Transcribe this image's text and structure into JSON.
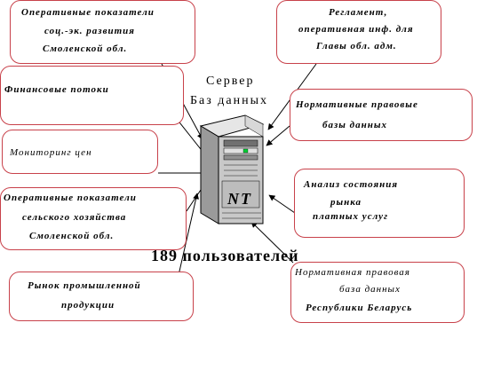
{
  "server": {
    "title_line1": "Сервер",
    "title_line2": "Баз данных",
    "badge": "NT",
    "users": "189 пользователей"
  },
  "boxes": {
    "top_left": [
      "Оперативные показатели",
      "соц.-эк. развития",
      "Смоленской обл."
    ],
    "top_right": [
      "Регламент,",
      "оперативная инф. для",
      "Главы обл. адм."
    ],
    "finance": [
      "Финансовые потоки"
    ],
    "norm_db": [
      "Нормативные правовые",
      "базы данных"
    ],
    "monitoring": [
      "Мониторинг цен"
    ],
    "market": [
      "Анализ состояния",
      "рынка",
      "платных услуг"
    ],
    "agri": [
      "Оперативные показатели",
      "сельского хозяйства",
      "Смоленской обл."
    ],
    "industry": [
      "Рынок промышленной",
      "продукции"
    ],
    "belarus": [
      "Нормативная правовая",
      "база данных",
      "Республики Беларусь"
    ]
  },
  "colors": {
    "box_border": "#c8414a",
    "arrow": "#000000",
    "server_body": "#c8c8c8",
    "server_dark": "#707070",
    "led_green": "#00cc33"
  }
}
